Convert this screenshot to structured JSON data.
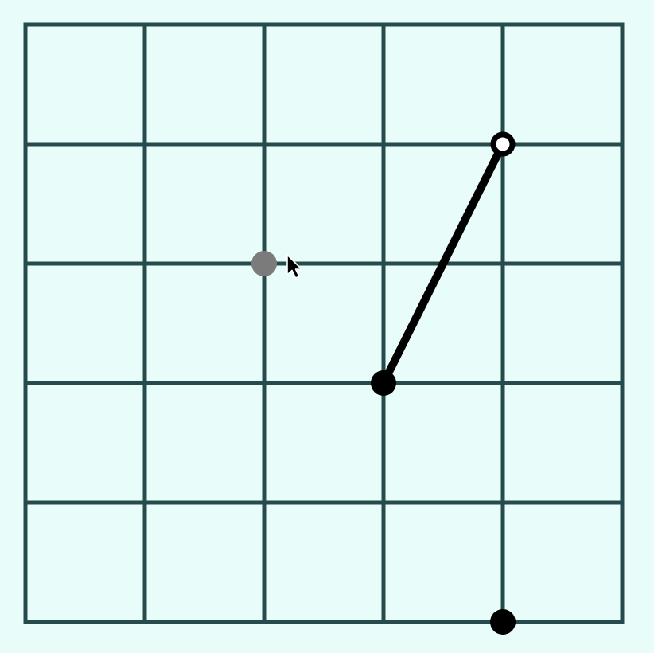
{
  "game": {
    "grid": {
      "cols": 5,
      "rows": 5
    },
    "segments": [
      {
        "from": [
          3,
          3
        ],
        "to": [
          4,
          1
        ]
      }
    ],
    "points": [
      {
        "at": [
          3,
          3
        ],
        "style": "filled",
        "name": "segment-start-dot"
      },
      {
        "at": [
          4,
          1
        ],
        "style": "open",
        "name": "segment-end-ring"
      },
      {
        "at": [
          4,
          5
        ],
        "style": "filled",
        "name": "standalone-dot"
      },
      {
        "at": [
          2,
          2
        ],
        "style": "hover",
        "name": "hover-dot"
      }
    ],
    "cursor": {
      "at": [
        2,
        2
      ],
      "icon": "arrow-cursor-icon"
    },
    "colors": {
      "background": "#e8fdfa",
      "grid_line": "#264b4c",
      "ink": "#000000",
      "hover": "#7b7b7b",
      "ring_fill": "#ffffff"
    }
  }
}
